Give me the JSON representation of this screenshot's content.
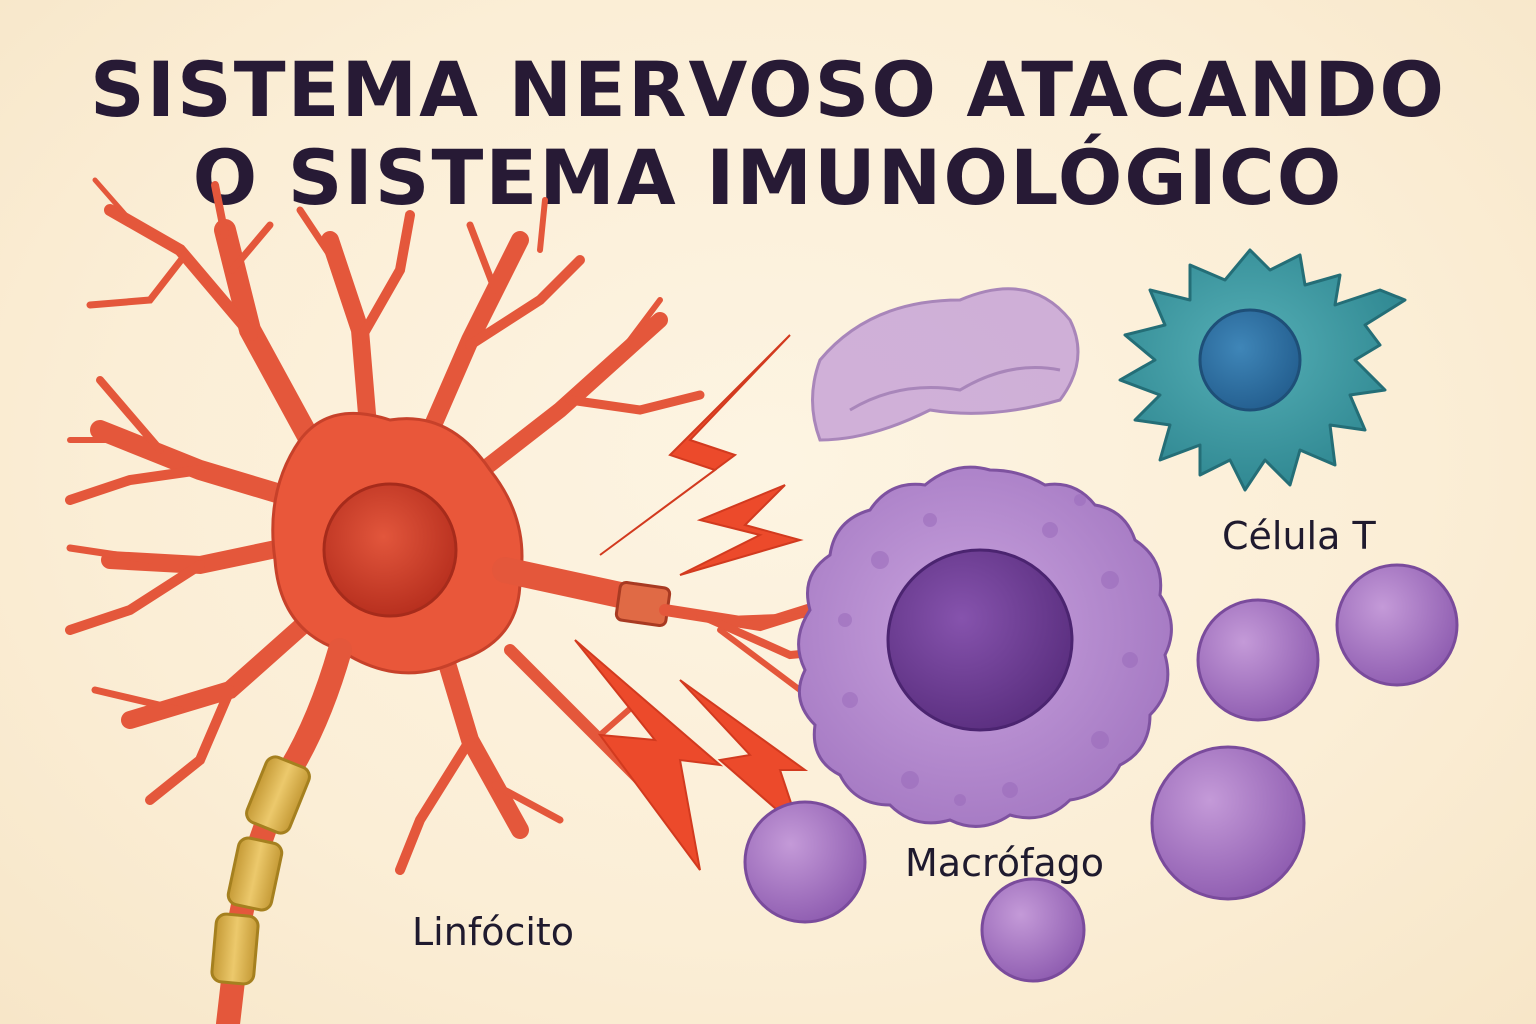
{
  "title": {
    "line1": "SISTEMA NERVOSO ATACANDO",
    "line2": "O SISTEMA IMUNOLÓGICO"
  },
  "labels": {
    "linfocito": "Linfócito",
    "macrofago": "Macrófago",
    "celula_t": "Célula T"
  },
  "colors": {
    "background": "#fbefd8",
    "title": "#271a35",
    "neuron": "#e9573a",
    "neuron_nucleus": "#cc3b28",
    "myelin": "#d9b14f",
    "lightning": "#ec4a2b",
    "macrophage": "#b58ad0",
    "macrophage_nucleus": "#6d3f92",
    "t_cell": "#3e9aa3",
    "t_cell_nucleus": "#2c6fa3",
    "lymphocyte": "#a877c4"
  }
}
